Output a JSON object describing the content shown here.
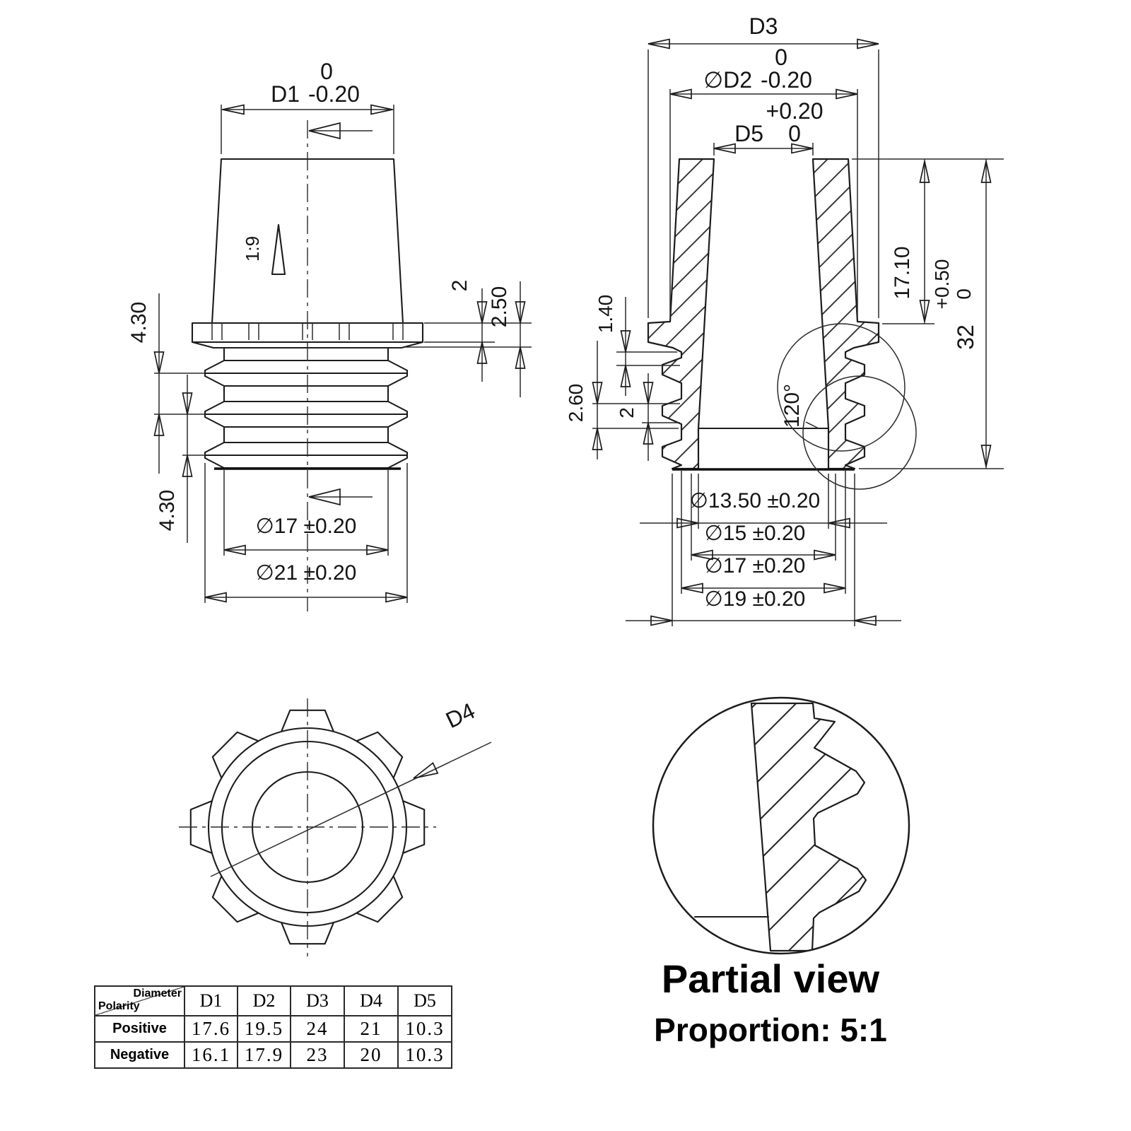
{
  "front": {
    "d1_label": "D1",
    "d1_tol_top": "0",
    "d1_tol_bot": "-0.20",
    "taper": "1:9",
    "pitch_upper": "4.30",
    "pitch_lower": "4.30",
    "flange_thickness": "2",
    "flange_thickness_total": "2.50",
    "dia_neck": "∅17 ±0.20",
    "dia_ribs": "∅21 ±0.20"
  },
  "section": {
    "d3": "D3",
    "d2_label": "∅D2",
    "d2_tol_top": "0",
    "d2_tol_bot": "-0.20",
    "d5_label": "D5",
    "d5_tol_top": "+0.20",
    "d5_tol_bot": "0",
    "bore_depth": "17.10",
    "height": "32",
    "height_tol_top": "+0.50",
    "height_tol_bot": "0",
    "tooth_height": "1.40",
    "tooth_pitch": "2.60",
    "tooth_width": "2",
    "cone_angle": "120°",
    "dia_floor": "∅13.50 ±0.20",
    "dia_inner": "∅15 ±0.20",
    "dia_mid": "∅17 ±0.20",
    "dia_outer": "∅19 ±0.20"
  },
  "top_view": {
    "d4": "D4"
  },
  "partial_view": {
    "title": "Partial view",
    "proportion": "Proportion: 5:1"
  },
  "table": {
    "corner_top": "Diameter",
    "corner_bottom": "Polarity",
    "columns": [
      "D1",
      "D2",
      "D3",
      "D4",
      "D5"
    ],
    "rows": [
      {
        "label": "Positive",
        "values": [
          "17.6",
          "19.5",
          "24",
          "21",
          "10.3"
        ]
      },
      {
        "label": "Negative",
        "values": [
          "16.1",
          "17.9",
          "23",
          "20",
          "10.3"
        ]
      }
    ]
  },
  "colors": {
    "line": "#1c1c1c",
    "background": "#ffffff"
  }
}
